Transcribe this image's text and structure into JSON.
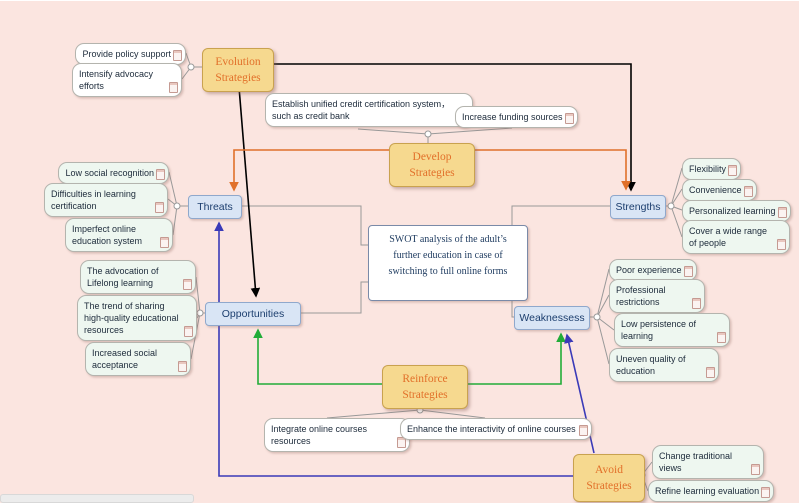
{
  "colors": {
    "background": "#fbe5e0",
    "swot_node_fill": "#d9e5f5",
    "strategy_fill": "#f6d98f",
    "strategy_text": "#e2702a",
    "leaf_fill": "#eef7f0",
    "link_black": "#000000",
    "link_orange": "#e0702a",
    "link_green": "#22ac38",
    "link_blue": "#3a3ab8",
    "tree_line": "#999999"
  },
  "center_topic": "SWOT analysis of the adult’s further education in case of switching to full online forms",
  "swot": {
    "threats": {
      "label": "Threats",
      "items": [
        "Low social recognition",
        "Difficulties in learning certification",
        "Imperfect online education system"
      ]
    },
    "strengths": {
      "label": "Strengths",
      "items": [
        "Flexibility",
        "Convenience",
        "Personalized learning",
        "Cover a wide range of people"
      ]
    },
    "opportunities": {
      "label": "Opportunities",
      "items": [
        "The advocation of Lifelong learning",
        "The trend of sharing high-quality educational resources",
        "Increased social acceptance"
      ]
    },
    "weaknesses": {
      "label": "Weaknessess",
      "items": [
        "Poor experience",
        "Professional restrictions",
        "Low persistence of learning",
        "Uneven quality of education"
      ]
    }
  },
  "strategies": {
    "evolution": {
      "label": "Evolution Strategies",
      "items": [
        "Provide policy support",
        "Intensify advocacy efforts"
      ]
    },
    "develop": {
      "label": "Develop Strategies",
      "items": [
        "Establish unified credit certification system，such as credit bank",
        "Increase funding sources"
      ]
    },
    "reinforce": {
      "label": "Reinforce Strategies",
      "items": [
        "Integrate online courses resources",
        "Enhance the interactivity of online courses"
      ]
    },
    "avoid": {
      "label": "Avoid Strategies",
      "items": [
        "Change traditional views",
        "Refine learning evaluation"
      ]
    }
  }
}
